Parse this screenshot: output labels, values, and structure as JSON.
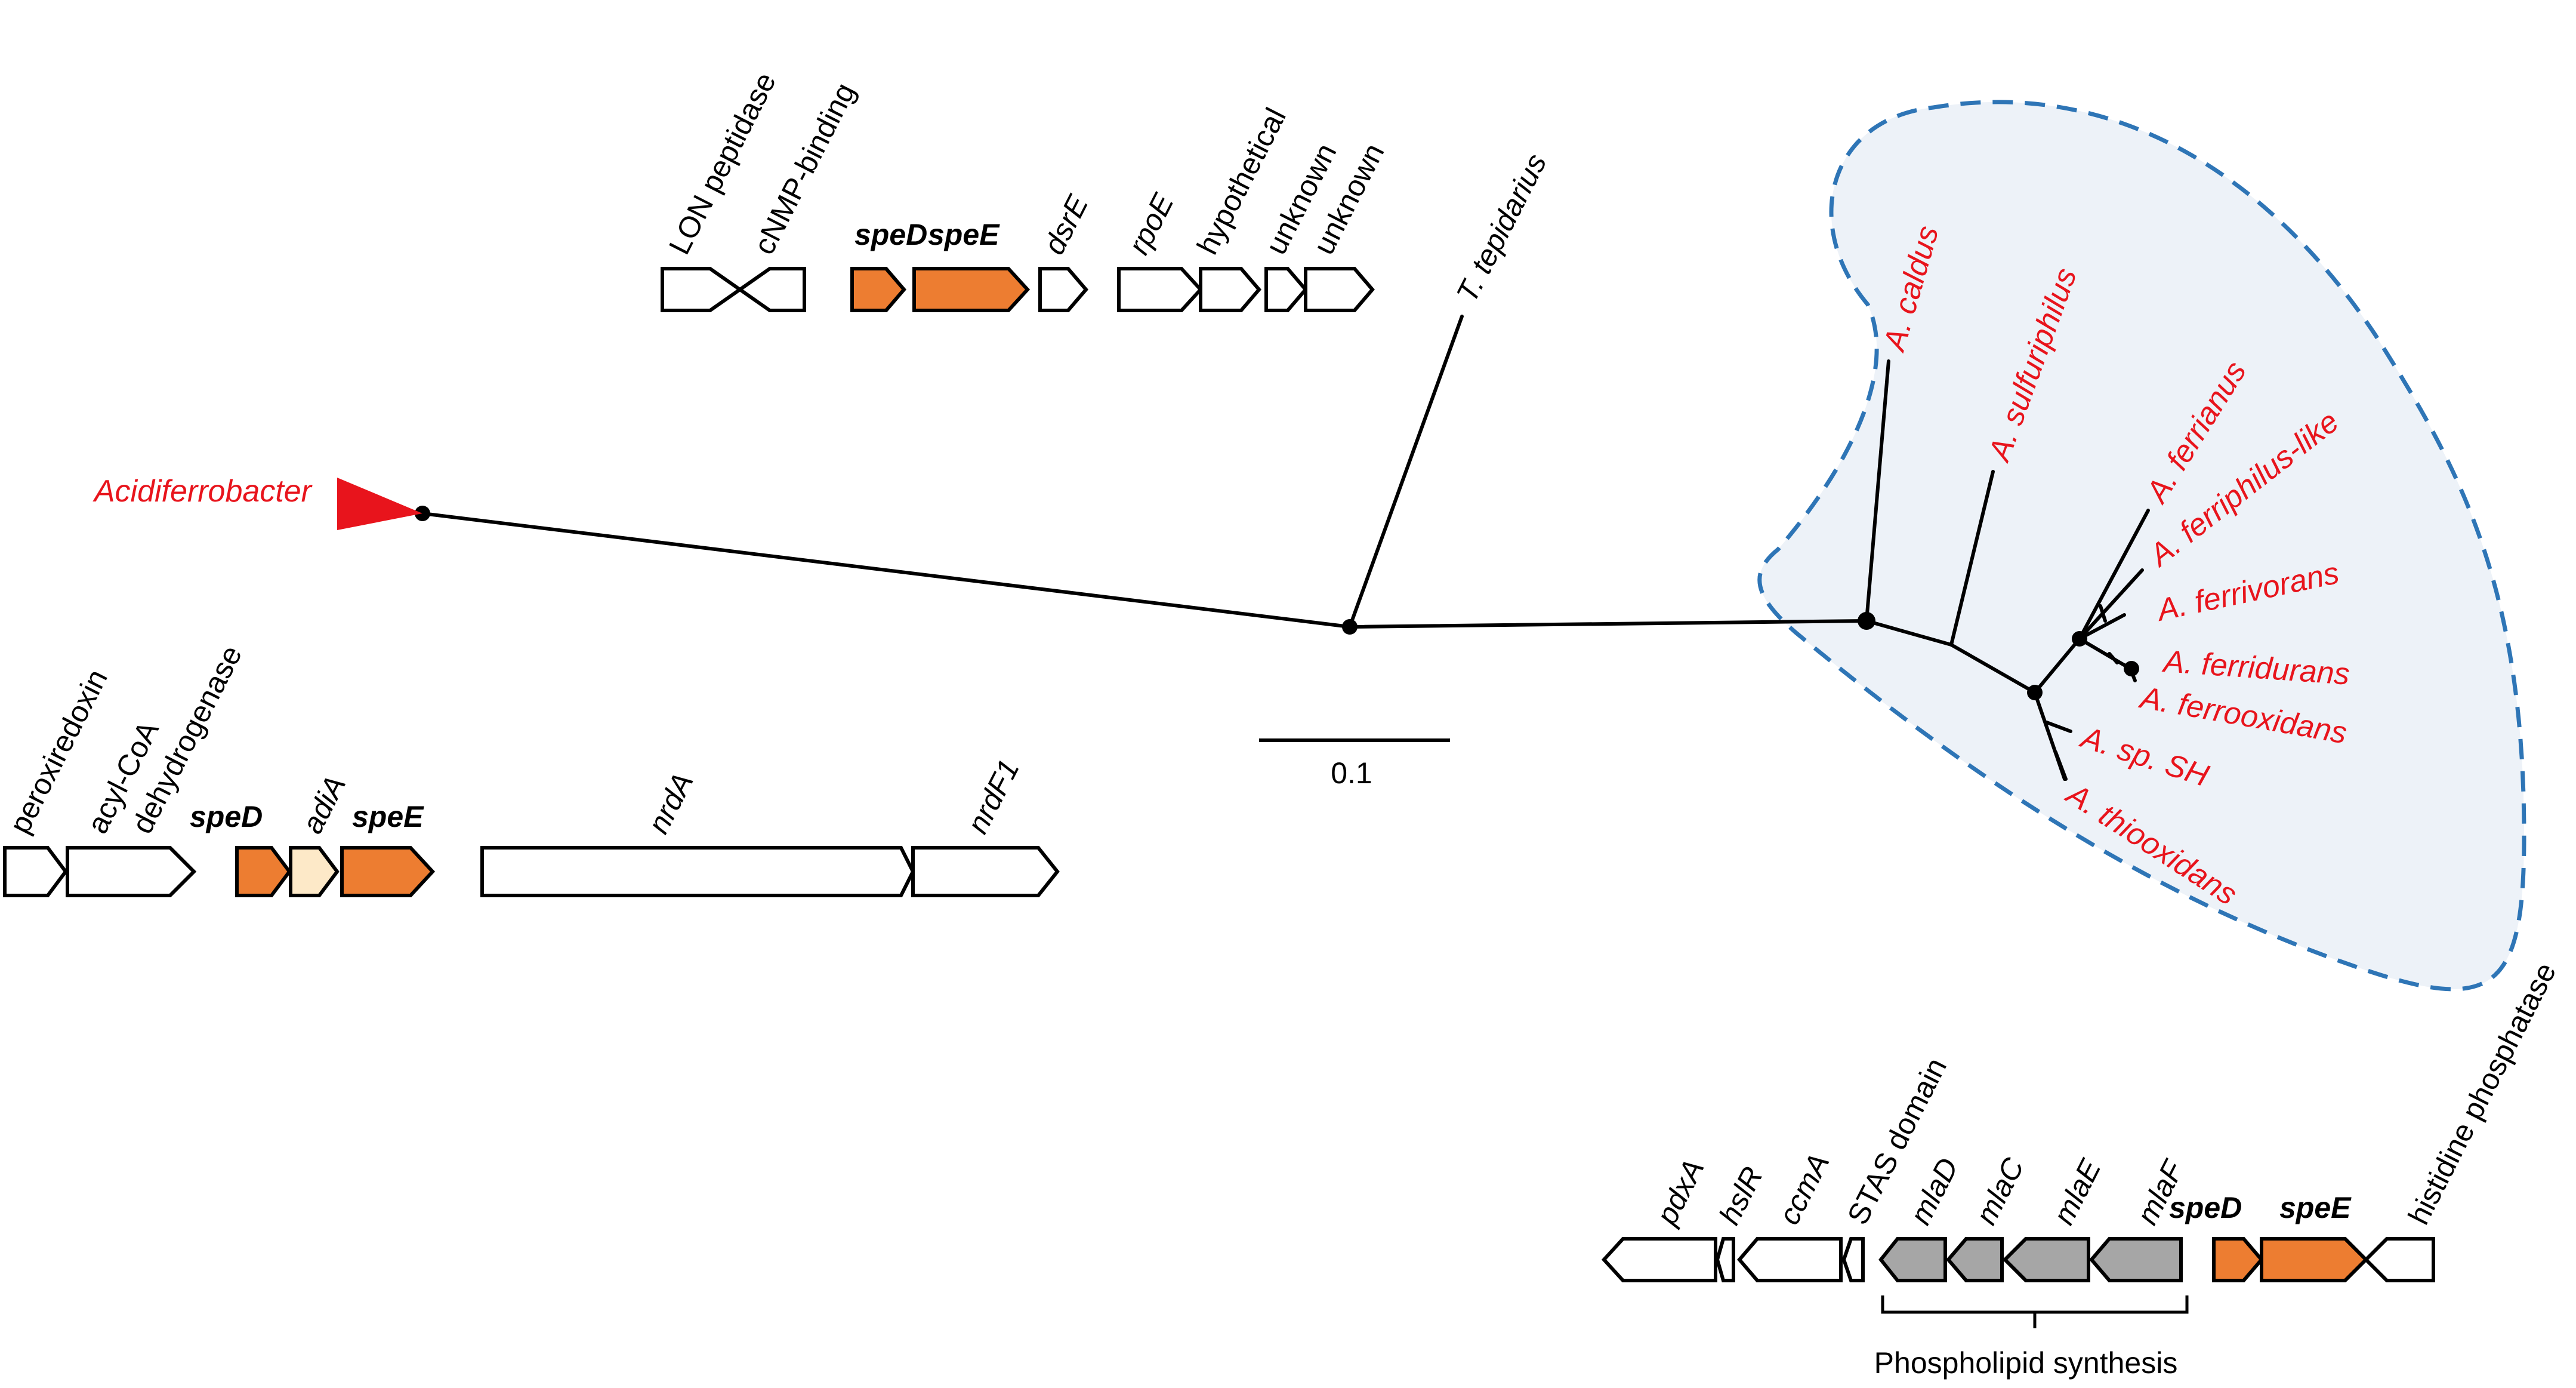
{
  "colors": {
    "taxon_red": "#e8141c",
    "spe_orange": "#ed7d31",
    "adiA_tan": "#fde9c8",
    "mla_grey": "#a6a6a6",
    "clade_fill": "#edf2f8",
    "clade_border": "#2e75b6"
  },
  "scale_bar": {
    "label": "0.1"
  },
  "tree": {
    "taxa": {
      "acidiferrobacter": "Acidiferrobacter",
      "tepidarius": "T. tepidarius",
      "caldus": "A. caldus",
      "sulfuriphilus": "A. sulfuriphilus",
      "ferrianus": "A. ferrianus",
      "ferriphilus_like": "A. ferriphilus-like",
      "ferrivorans": "A. ferrivorans",
      "ferridurans": "A. ferridurans",
      "ferrooxidans": "A. ferrooxidans",
      "sp_sh": "A. sp. SH",
      "thiooxidans": "A. thiooxidans"
    }
  },
  "cluster_top": {
    "labels": [
      "LON peptidase",
      "cNMP-binding",
      "speD",
      "speE",
      "dsrE",
      "rpoE",
      "hypothetical",
      "unknown",
      "unknown"
    ]
  },
  "cluster_left": {
    "labels": [
      "peroxiredoxin",
      "acyl-CoA",
      "dehydrogenase",
      "speD",
      "adiA",
      "speE",
      "nrdA",
      "nrdF1"
    ]
  },
  "cluster_bottom": {
    "labels": [
      "pdxA",
      "hslR",
      "ccmA",
      "STAS domain",
      "mlaD",
      "mlaC",
      "mlaE",
      "mlaF",
      "speD",
      "speE",
      "histidine phosphatase"
    ],
    "bracket_label": "Phospholipid synthesis"
  }
}
